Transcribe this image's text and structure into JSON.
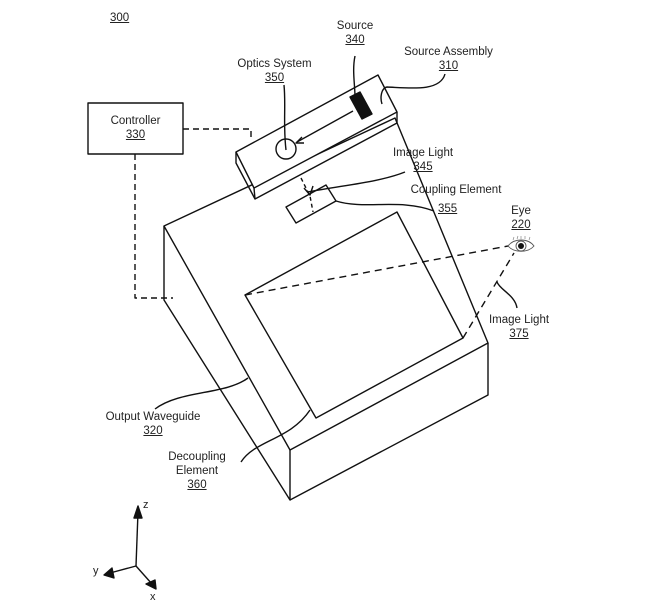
{
  "figure": {
    "number": "300"
  },
  "components": {
    "controller": {
      "name": "Controller",
      "ref": "330"
    },
    "source": {
      "name": "Source",
      "ref": "340"
    },
    "source_assembly": {
      "name": "Source Assembly",
      "ref": "310"
    },
    "optics_system": {
      "name": "Optics System",
      "ref": "350"
    },
    "image_light_in": {
      "name": "Image Light",
      "ref": "345"
    },
    "coupling_element": {
      "name": "Coupling Element",
      "ref": "355"
    },
    "eye": {
      "name": "Eye",
      "ref": "220"
    },
    "image_light_out": {
      "name": "Image Light",
      "ref": "375"
    },
    "output_waveguide": {
      "name": "Output Waveguide",
      "ref": "320"
    },
    "decoupling_element": {
      "name_line1": "Decoupling",
      "name_line2": "Element",
      "ref": "360"
    }
  },
  "axes": {
    "z": "z",
    "y": "y",
    "x": "x"
  },
  "colors": {
    "line": "#111111",
    "text": "#222222",
    "background": "#ffffff"
  }
}
